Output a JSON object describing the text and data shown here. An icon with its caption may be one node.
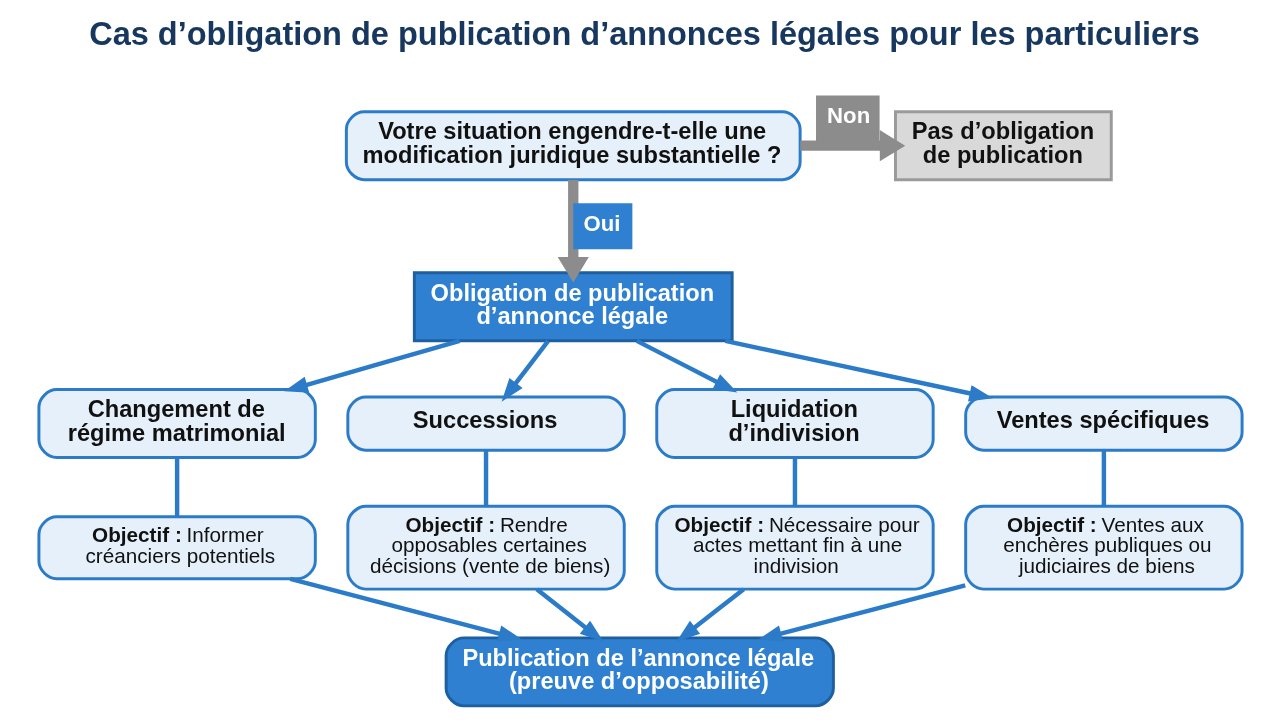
{
  "diagram": {
    "title": "Cas d’obligation de publication d’annonces légales pour les particuliers",
    "nodes": [
      {
        "text": [
          "Votre situation engendre-t-elle une modification juridique substantielle ?"
        ]
      },
      {
        "text": [
          "Pas d’obligation de publication"
        ]
      },
      {
        "text": [
          "Obligation de publication d’annonce légale"
        ]
      },
      {
        "text": [
          "Changement de régime matrimonial"
        ]
      },
      {
        "text": [
          "Successions"
        ]
      },
      {
        "text": [
          "Liquidation d’indivision"
        ]
      },
      {
        "text": [
          "Ventes spécifiques"
        ]
      },
      {
        "text": [
          "**Objectif :** Informer créanciers potentiels"
        ]
      },
      {
        "text": [
          "**Objectif :** Rendre opposables certaines décisions (vente de biens)"
        ]
      },
      {
        "text": [
          "**Objectif :** Nécessaire pour actes mettant fin à une indivision"
        ]
      },
      {
        "text": [
          "**Objectif :** Ventes aux enchères publiques ou judiciaires de biens"
        ]
      },
      {
        "text": [
          "Publication de l’annonce légale (preuve d’opposabilité)"
        ]
      }
    ],
    "edges": [
      {
        "from": 0,
        "to": 2,
        "arrow": "to",
        "label": "Oui",
        "style": "thick",
        "color": "#8c8c8c"
      },
      {
        "from": 0,
        "to": 1,
        "arrow": "to",
        "label": "Non",
        "style": "thick",
        "color": "#8c8c8c"
      },
      {
        "from": 2,
        "to": 3,
        "arrow": "to"
      },
      {
        "from": 2,
        "to": 4,
        "arrow": "to"
      },
      {
        "from": 2,
        "to": 5,
        "arrow": "to"
      },
      {
        "from": 2,
        "to": 6,
        "arrow": "to"
      },
      {
        "from": 3,
        "to": 7,
        "arrow": "none"
      },
      {
        "from": 4,
        "to": 8,
        "arrow": "none"
      },
      {
        "from": 5,
        "to": 9,
        "arrow": "none"
      },
      {
        "from": 6,
        "to": 10,
        "arrow": "none"
      },
      {
        "from": 7,
        "to": 11,
        "arrow": "to"
      },
      {
        "from": 8,
        "to": 11,
        "arrow": "to"
      },
      {
        "from": 9,
        "to": 11,
        "arrow": "to"
      },
      {
        "from": 10,
        "to": 11,
        "arrow": "to"
      }
    ]
  }
}
